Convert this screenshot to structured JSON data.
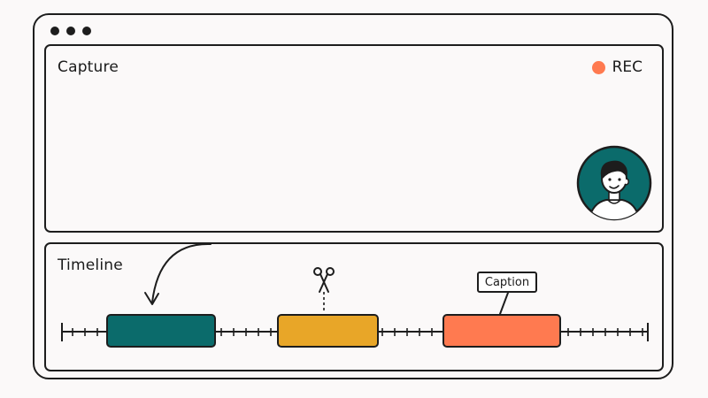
{
  "window": {
    "dots": [
      "window-dot",
      "window-dot",
      "window-dot"
    ]
  },
  "capture": {
    "title": "Capture",
    "rec_label": "REC",
    "rec_color": "#ff7a50",
    "webcam_bg": "#0b6b6b"
  },
  "timeline": {
    "title": "Timeline",
    "clips": [
      {
        "name": "clip-1",
        "color": "#0b6b6b"
      },
      {
        "name": "clip-2",
        "color": "#e8a628"
      },
      {
        "name": "clip-3",
        "color": "#ff7a50"
      }
    ],
    "caption_label": "Caption",
    "icons": [
      "curved-arrow-icon",
      "scissors-icon"
    ]
  }
}
